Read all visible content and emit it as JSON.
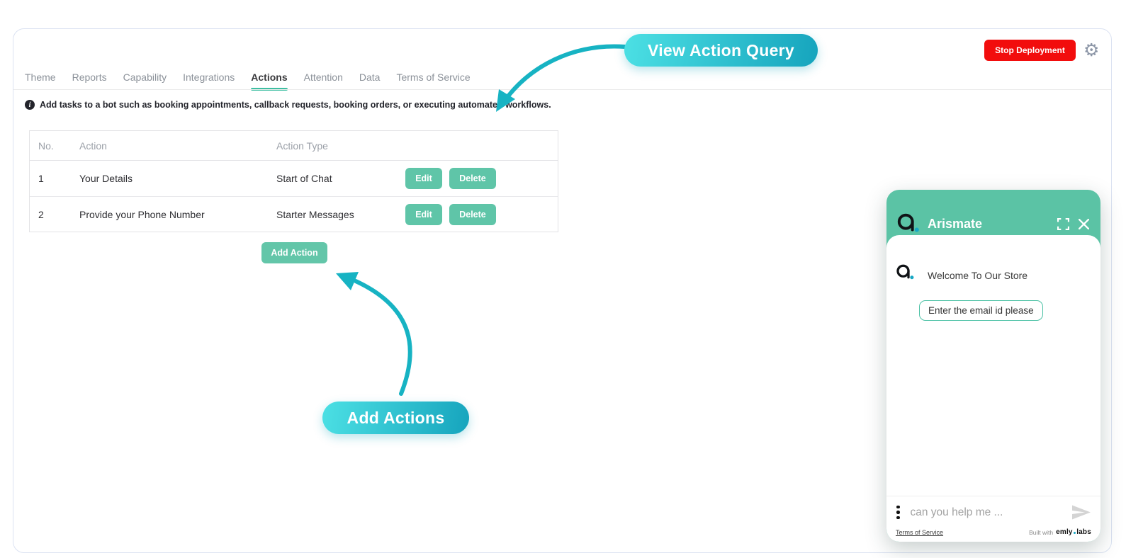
{
  "colors": {
    "accent_teal": "#5fc5a8",
    "widget_header_teal": "#5bc3a5",
    "callout_gradient_start": "#4ce0e4",
    "callout_gradient_end": "#16a4bd",
    "arrow_cyan": "#17b3c3",
    "danger_red": "#f20d0d",
    "logo_dot": "#17a7c4"
  },
  "toolbar": {
    "stop_deployment_label": "Stop Deployment",
    "gear_icon": "gear-icon"
  },
  "tabs": {
    "items": [
      "Theme",
      "Reports",
      "Capability",
      "Integrations",
      "Actions",
      "Attention",
      "Data",
      "Terms of Service"
    ],
    "active": "Actions"
  },
  "info_banner": {
    "icon": "info-icon",
    "text": "Add tasks to a bot such as booking appointments, callback requests, booking orders, or executing automated workflows."
  },
  "actions_table": {
    "headers": [
      "No.",
      "Action",
      "Action Type"
    ],
    "rows": [
      {
        "no": "1",
        "action": "Your Details",
        "type": "Start of Chat",
        "edit_label": "Edit",
        "delete_label": "Delete"
      },
      {
        "no": "2",
        "action": "Provide your Phone Number",
        "type": "Starter Messages",
        "edit_label": "Edit",
        "delete_label": "Delete"
      }
    ],
    "add_action_label": "Add Action"
  },
  "callouts": {
    "view_action_query": "View Action Query",
    "add_actions": "Add Actions"
  },
  "chat_widget": {
    "title": "Arismate",
    "welcome_message": "Welcome To Our Store",
    "quick_reply": "Enter the email id please",
    "input_placeholder": "can you help me ...",
    "terms_link": "Terms of Service",
    "built_with": "Built with",
    "brand_name_1": "emly",
    "brand_name_2": "labs"
  }
}
